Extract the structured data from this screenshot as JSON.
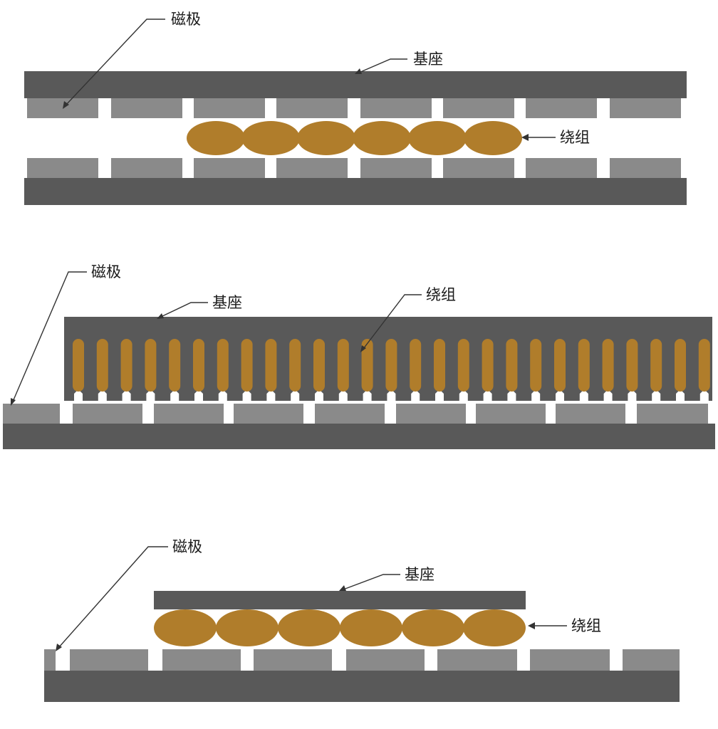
{
  "diagrams": [
    {
      "id": "double-sided",
      "labels": {
        "pole": "磁极",
        "base": "基座",
        "winding": "绕组"
      }
    },
    {
      "id": "iron-core",
      "labels": {
        "pole": "磁极",
        "base": "基座",
        "winding": "绕组"
      }
    },
    {
      "id": "ironless-single",
      "labels": {
        "pole": "磁极",
        "base": "基座",
        "winding": "绕组"
      }
    }
  ],
  "colors": {
    "base": "#595959",
    "pole": "#8a8a8a",
    "winding": "#b07d2b",
    "leader": "#333333"
  }
}
